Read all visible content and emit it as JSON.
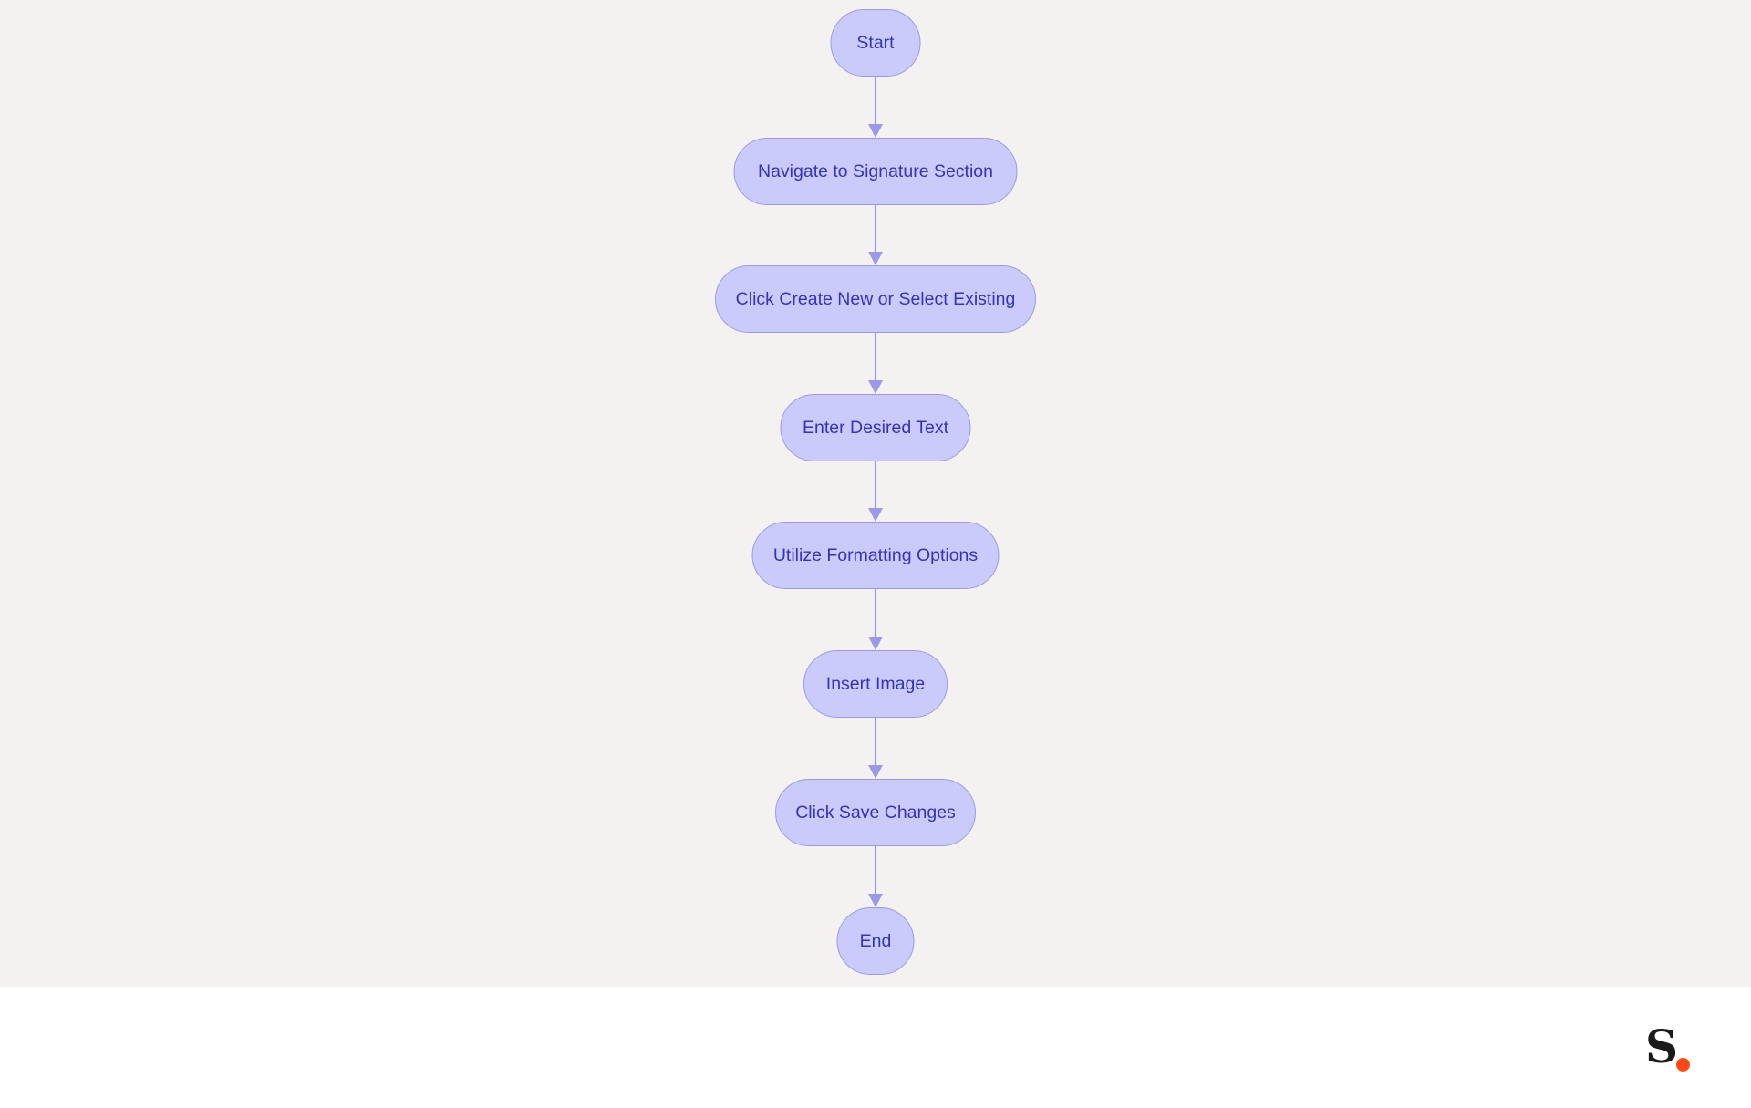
{
  "diagram": {
    "type": "flowchart",
    "direction": "top-to-bottom",
    "colors": {
      "background": "#f3f2f1",
      "node_fill": "#cbcbfb",
      "node_border": "#9a9ae8",
      "node_text": "#3434b8",
      "edge": "#9a9ae8"
    },
    "nodes": [
      {
        "id": "start",
        "label": "Start"
      },
      {
        "id": "navigate",
        "label": "Navigate to Signature Section"
      },
      {
        "id": "click-create",
        "label": "Click Create New or Select Existing"
      },
      {
        "id": "enter-text",
        "label": "Enter Desired Text"
      },
      {
        "id": "formatting",
        "label": "Utilize Formatting Options"
      },
      {
        "id": "insert-image",
        "label": "Insert Image"
      },
      {
        "id": "save",
        "label": "Click Save Changes"
      },
      {
        "id": "end",
        "label": "End"
      }
    ],
    "edges": [
      {
        "from": "start",
        "to": "navigate"
      },
      {
        "from": "navigate",
        "to": "click-create"
      },
      {
        "from": "click-create",
        "to": "enter-text"
      },
      {
        "from": "enter-text",
        "to": "formatting"
      },
      {
        "from": "formatting",
        "to": "insert-image"
      },
      {
        "from": "insert-image",
        "to": "save"
      },
      {
        "from": "save",
        "to": "end"
      }
    ]
  },
  "footer": {
    "logo": {
      "letter": "S",
      "dot_color": "#ff4a17",
      "icon": "brand-logo-icon"
    }
  }
}
